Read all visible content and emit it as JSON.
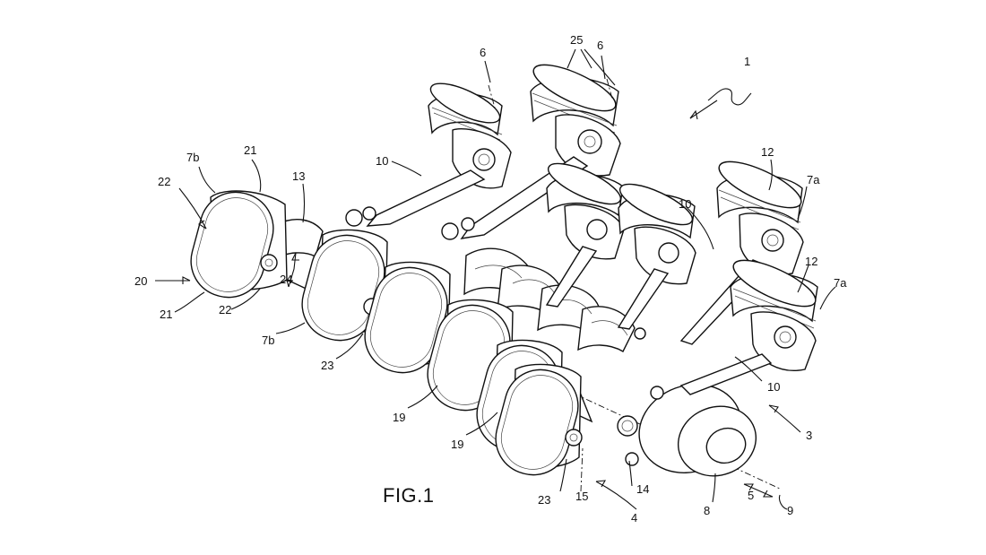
{
  "figure": {
    "caption": "FIG.1",
    "reference_numerals": {
      "n1": "1",
      "n25": "25",
      "n6a": "6",
      "n6b": "6",
      "n7b_top": "7b",
      "n21_top": "21",
      "n22_top": "22",
      "n13": "13",
      "n10_top": "10",
      "n10_mid": "10",
      "n12_top": "12",
      "n7a_top": "7a",
      "n12_bot": "12",
      "n7a_bot": "7a",
      "n20": "20",
      "n24": "24",
      "n21_bot": "21",
      "n22_bot": "22",
      "n7b_bot": "7b",
      "n23_top": "23",
      "n19_a": "19",
      "n19_b": "19",
      "n10_bot": "10",
      "n3": "3",
      "n23_bot": "23",
      "n15": "15",
      "n14": "14",
      "n4": "4",
      "n8": "8",
      "n5": "5",
      "n9": "9"
    }
  }
}
